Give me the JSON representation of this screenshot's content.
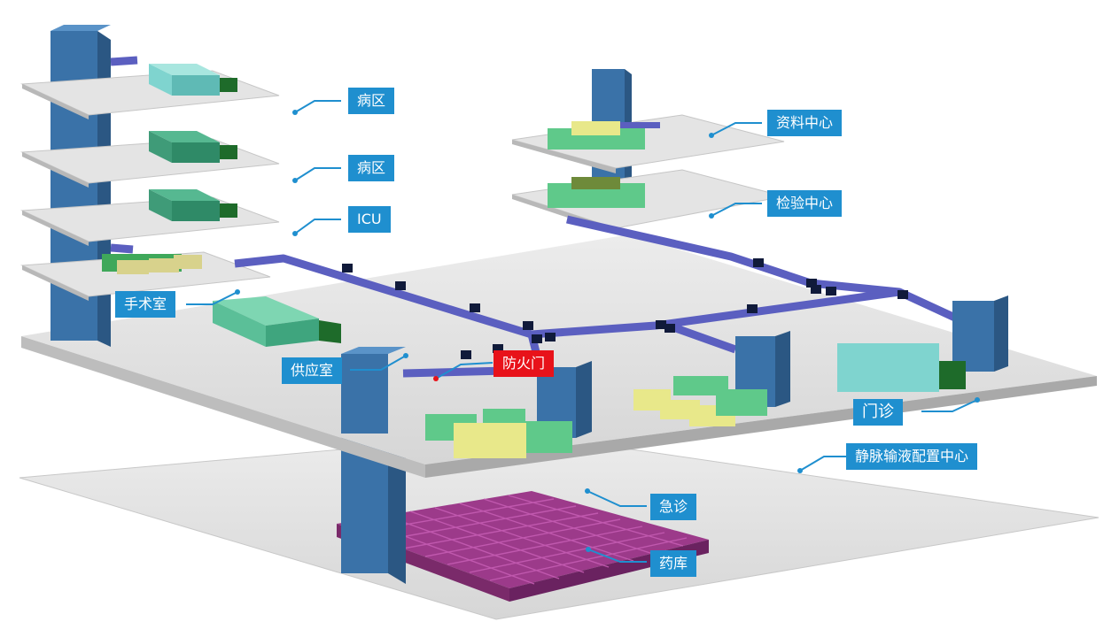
{
  "labels": {
    "ward_top": "病区",
    "ward_2": "病区",
    "icu": "ICU",
    "operating_room": "手术室",
    "supply_room": "供应室",
    "fire_door": "防火门",
    "data_center": "资料中心",
    "lab_center": "检验中心",
    "outpatient": "门诊",
    "iv_center": "静脉输液配置中心",
    "emergency": "急诊",
    "pharmacy": "药库"
  },
  "colors": {
    "label_blue": "#1f8fcf",
    "label_red": "#e8121a",
    "tower_blue": "#3a72a8",
    "pipe_purple": "#5b5fc0",
    "floor_gray": "#e2e2e2",
    "storage_magenta": "#9c3a8a",
    "equipment_green": "#5fc98a",
    "equipment_yellow": "#e8e88a",
    "equipment_cyan": "#7fd4cf"
  }
}
